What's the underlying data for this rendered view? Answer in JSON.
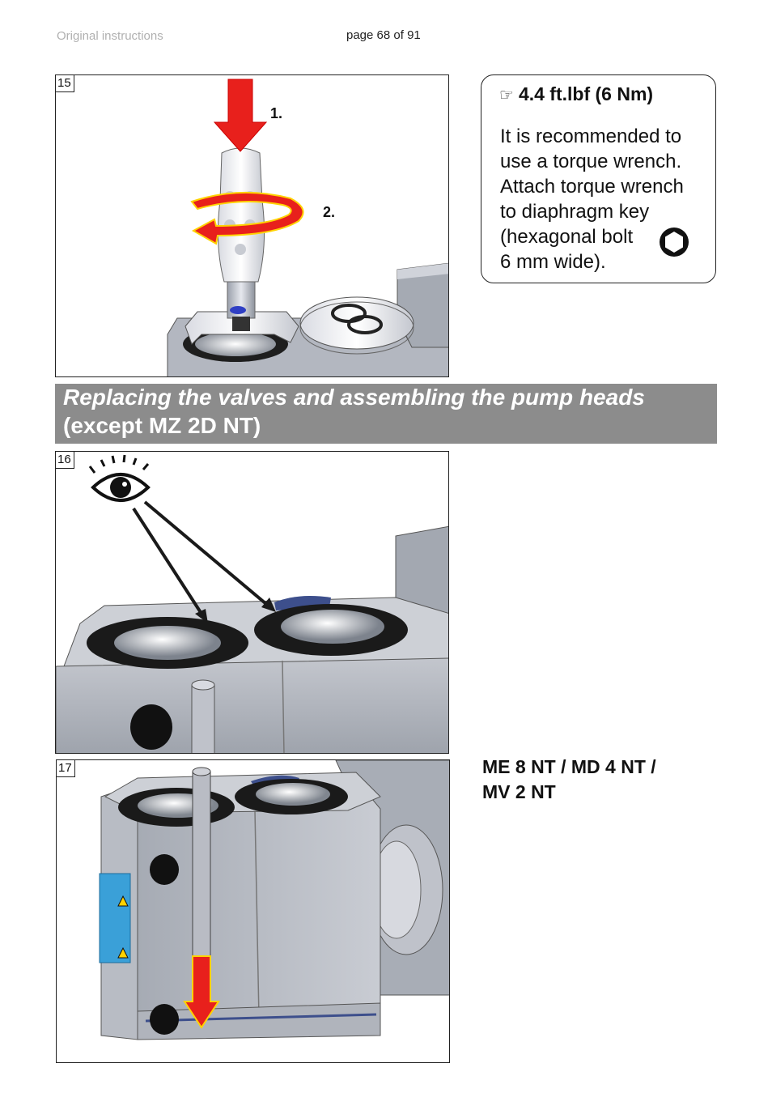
{
  "header": {
    "left": "Original instructions",
    "center": "page 68 of 91"
  },
  "figures": {
    "fig15": {
      "number": "15",
      "step1": "1.",
      "step2": "2."
    },
    "fig16": {
      "number": "16"
    },
    "fig17": {
      "number": "17"
    }
  },
  "callout": {
    "hand_icon": "☞",
    "title": "4.4 ft.lbf (6 Nm)",
    "lines": [
      "It is recommended to",
      "use a torque wrench.",
      "Attach torque wrench",
      "to diaphragm key",
      "(hexagonal bolt",
      "6 mm wide)."
    ],
    "icon": "hexagon-bolt-icon"
  },
  "section": {
    "title_line1": "Replacing the valves and assembling the pump heads",
    "title_line2": "(except MZ 2D NT)"
  },
  "model": {
    "line1": "ME 8 NT / MD 4 NT /",
    "line2": "MV 2 NT"
  },
  "colors": {
    "banner": "#8c8c8c",
    "arrow_red": "#e8201c",
    "metal": "#c9cbd2",
    "dark": "#1a1a1a"
  }
}
